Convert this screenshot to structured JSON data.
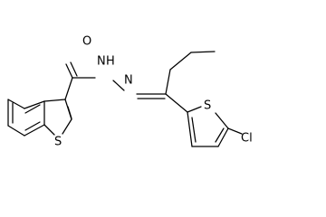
{
  "atoms": {
    "o_carbonyl": "O",
    "n_h": "N",
    "h_on_n": "H",
    "n_imine": "N",
    "s_benzothiophene": "S",
    "s_thiophene": "S",
    "cl": "Cl"
  }
}
